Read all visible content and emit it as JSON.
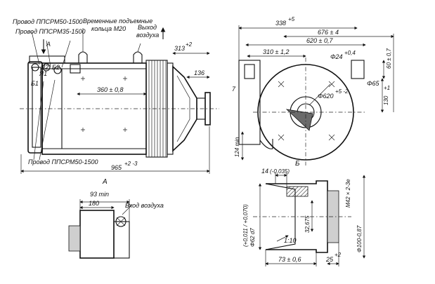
{
  "labels": {
    "cable_1": "Провод ППСРМ50-1500",
    "cable_2": "Провод ППСРМ35-1500",
    "cable_3": "Провод ППСРМ50-1500",
    "lifting_rings": "Временные подъемные",
    "lifting_rings_2": "кольца М20",
    "air_out": "Выход",
    "air_out_2": "воздуха",
    "air_in": "Вход воздуха",
    "terminal_a1": "Я1",
    "terminal_a2": "Я2",
    "terminal_b2": "Б2",
    "terminal_b1": "Б1",
    "view_a_arrow": "А",
    "view_a_title": "А",
    "section_b": "Б"
  },
  "dimensions": {
    "overall_length": "965",
    "overall_length_tol": "+2\n-3",
    "d_313": "313",
    "d_313_tol": "+2",
    "d_136": "136",
    "d_360": "360 ± 0,8",
    "d_338": "338",
    "d_338_tol": "+5",
    "d_676": "676 ± 4",
    "d_620": "620 ± 0,7",
    "d_310": "310 ± 1,2",
    "d_phi24": "Φ24",
    "d_phi24_tol": "+0,4",
    "d_60": "60 ± 0,7",
    "d_phi620": "Φ620",
    "d_phi620_tol": "+5\n-2",
    "d_phi65": "Φ65",
    "d_130": "130",
    "d_130_tol": "+1",
    "d_7": "7",
    "d_124": "124 min",
    "d_93": "93 min",
    "d_180": "180",
    "d_14": "14",
    "d_14_tol": "(-0,035)",
    "d_phi62": "Φ62 d7",
    "d_phi62_tol": "(+0,011 / +0,070)",
    "d_32675": "32,675",
    "d_taper": "1:10",
    "d_m42": "М42 × 2-3е",
    "d_phi100": "Φ100-0,87",
    "d_73": "73 ± 0,6",
    "d_25": "25",
    "d_25_tol": "+2"
  }
}
